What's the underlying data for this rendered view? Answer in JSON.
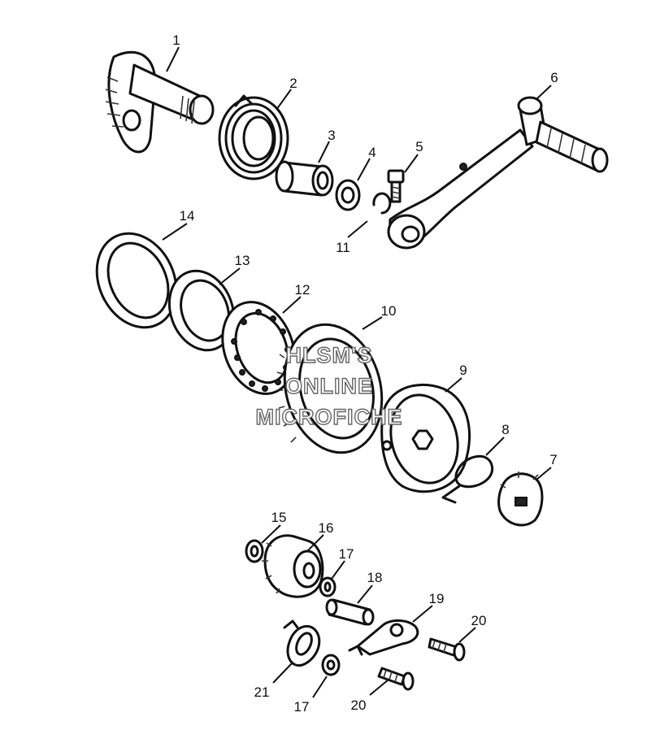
{
  "watermark": {
    "line1": "HLSM'S",
    "line2": "ONLINE",
    "line3": "MICROFICHE"
  },
  "callouts": [
    {
      "id": "c1",
      "label": "1"
    },
    {
      "id": "c2",
      "label": "2"
    },
    {
      "id": "c3",
      "label": "3"
    },
    {
      "id": "c4",
      "label": "4"
    },
    {
      "id": "c5",
      "label": "5"
    },
    {
      "id": "c6",
      "label": "6"
    },
    {
      "id": "c7",
      "label": "7"
    },
    {
      "id": "c8",
      "label": "8"
    },
    {
      "id": "c9",
      "label": "9"
    },
    {
      "id": "c10",
      "label": "10"
    },
    {
      "id": "c11",
      "label": "11"
    },
    {
      "id": "c12",
      "label": "12"
    },
    {
      "id": "c13",
      "label": "13"
    },
    {
      "id": "c14",
      "label": "14"
    },
    {
      "id": "c15",
      "label": "15"
    },
    {
      "id": "c16",
      "label": "16"
    },
    {
      "id": "c17a",
      "label": "17"
    },
    {
      "id": "c18",
      "label": "18"
    },
    {
      "id": "c19",
      "label": "19"
    },
    {
      "id": "c20a",
      "label": "20"
    },
    {
      "id": "c21",
      "label": "21"
    },
    {
      "id": "c17b",
      "label": "17"
    },
    {
      "id": "c20b",
      "label": "20"
    }
  ]
}
